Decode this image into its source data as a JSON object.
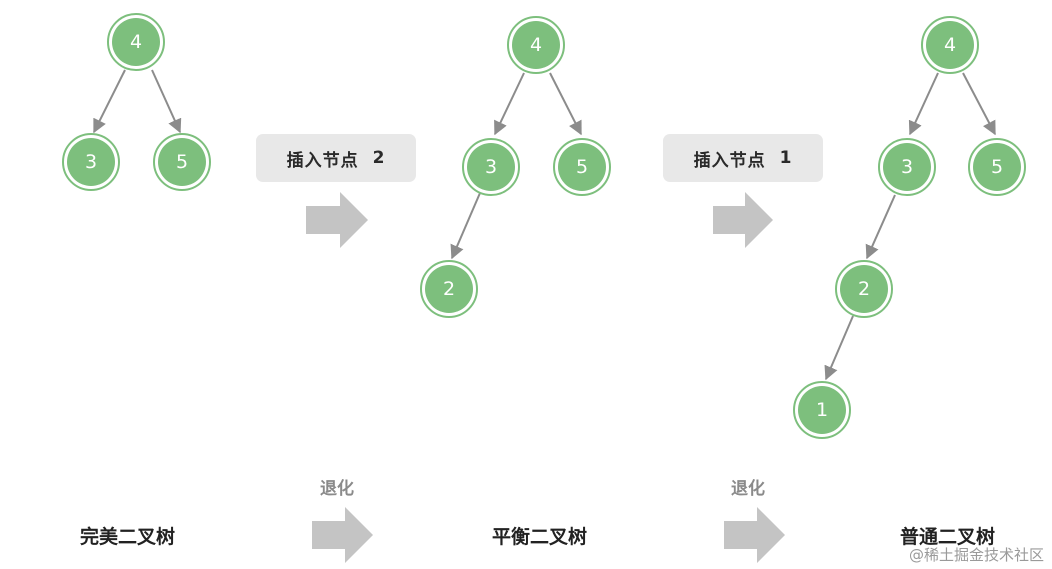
{
  "colors": {
    "node_fill": "#7dbf7d",
    "node_ring": "#7dbf7d",
    "edge": "#8c8c8c",
    "arrow_big": "#c4c4c4",
    "op_box": "#e8e8e8"
  },
  "trees": [
    {
      "caption": "完美二叉树",
      "nodes": [
        "4",
        "3",
        "5"
      ]
    },
    {
      "caption": "平衡二叉树",
      "nodes": [
        "4",
        "3",
        "5",
        "2"
      ]
    },
    {
      "caption": "普通二叉树",
      "nodes": [
        "4",
        "3",
        "5",
        "2",
        "1"
      ]
    }
  ],
  "operations": [
    {
      "label": "插入节点",
      "value": "2"
    },
    {
      "label": "插入节点",
      "value": "1"
    }
  ],
  "degrade_label_1": "退化",
  "degrade_label_2": "退化",
  "watermark": "@稀土掘金技术社区"
}
